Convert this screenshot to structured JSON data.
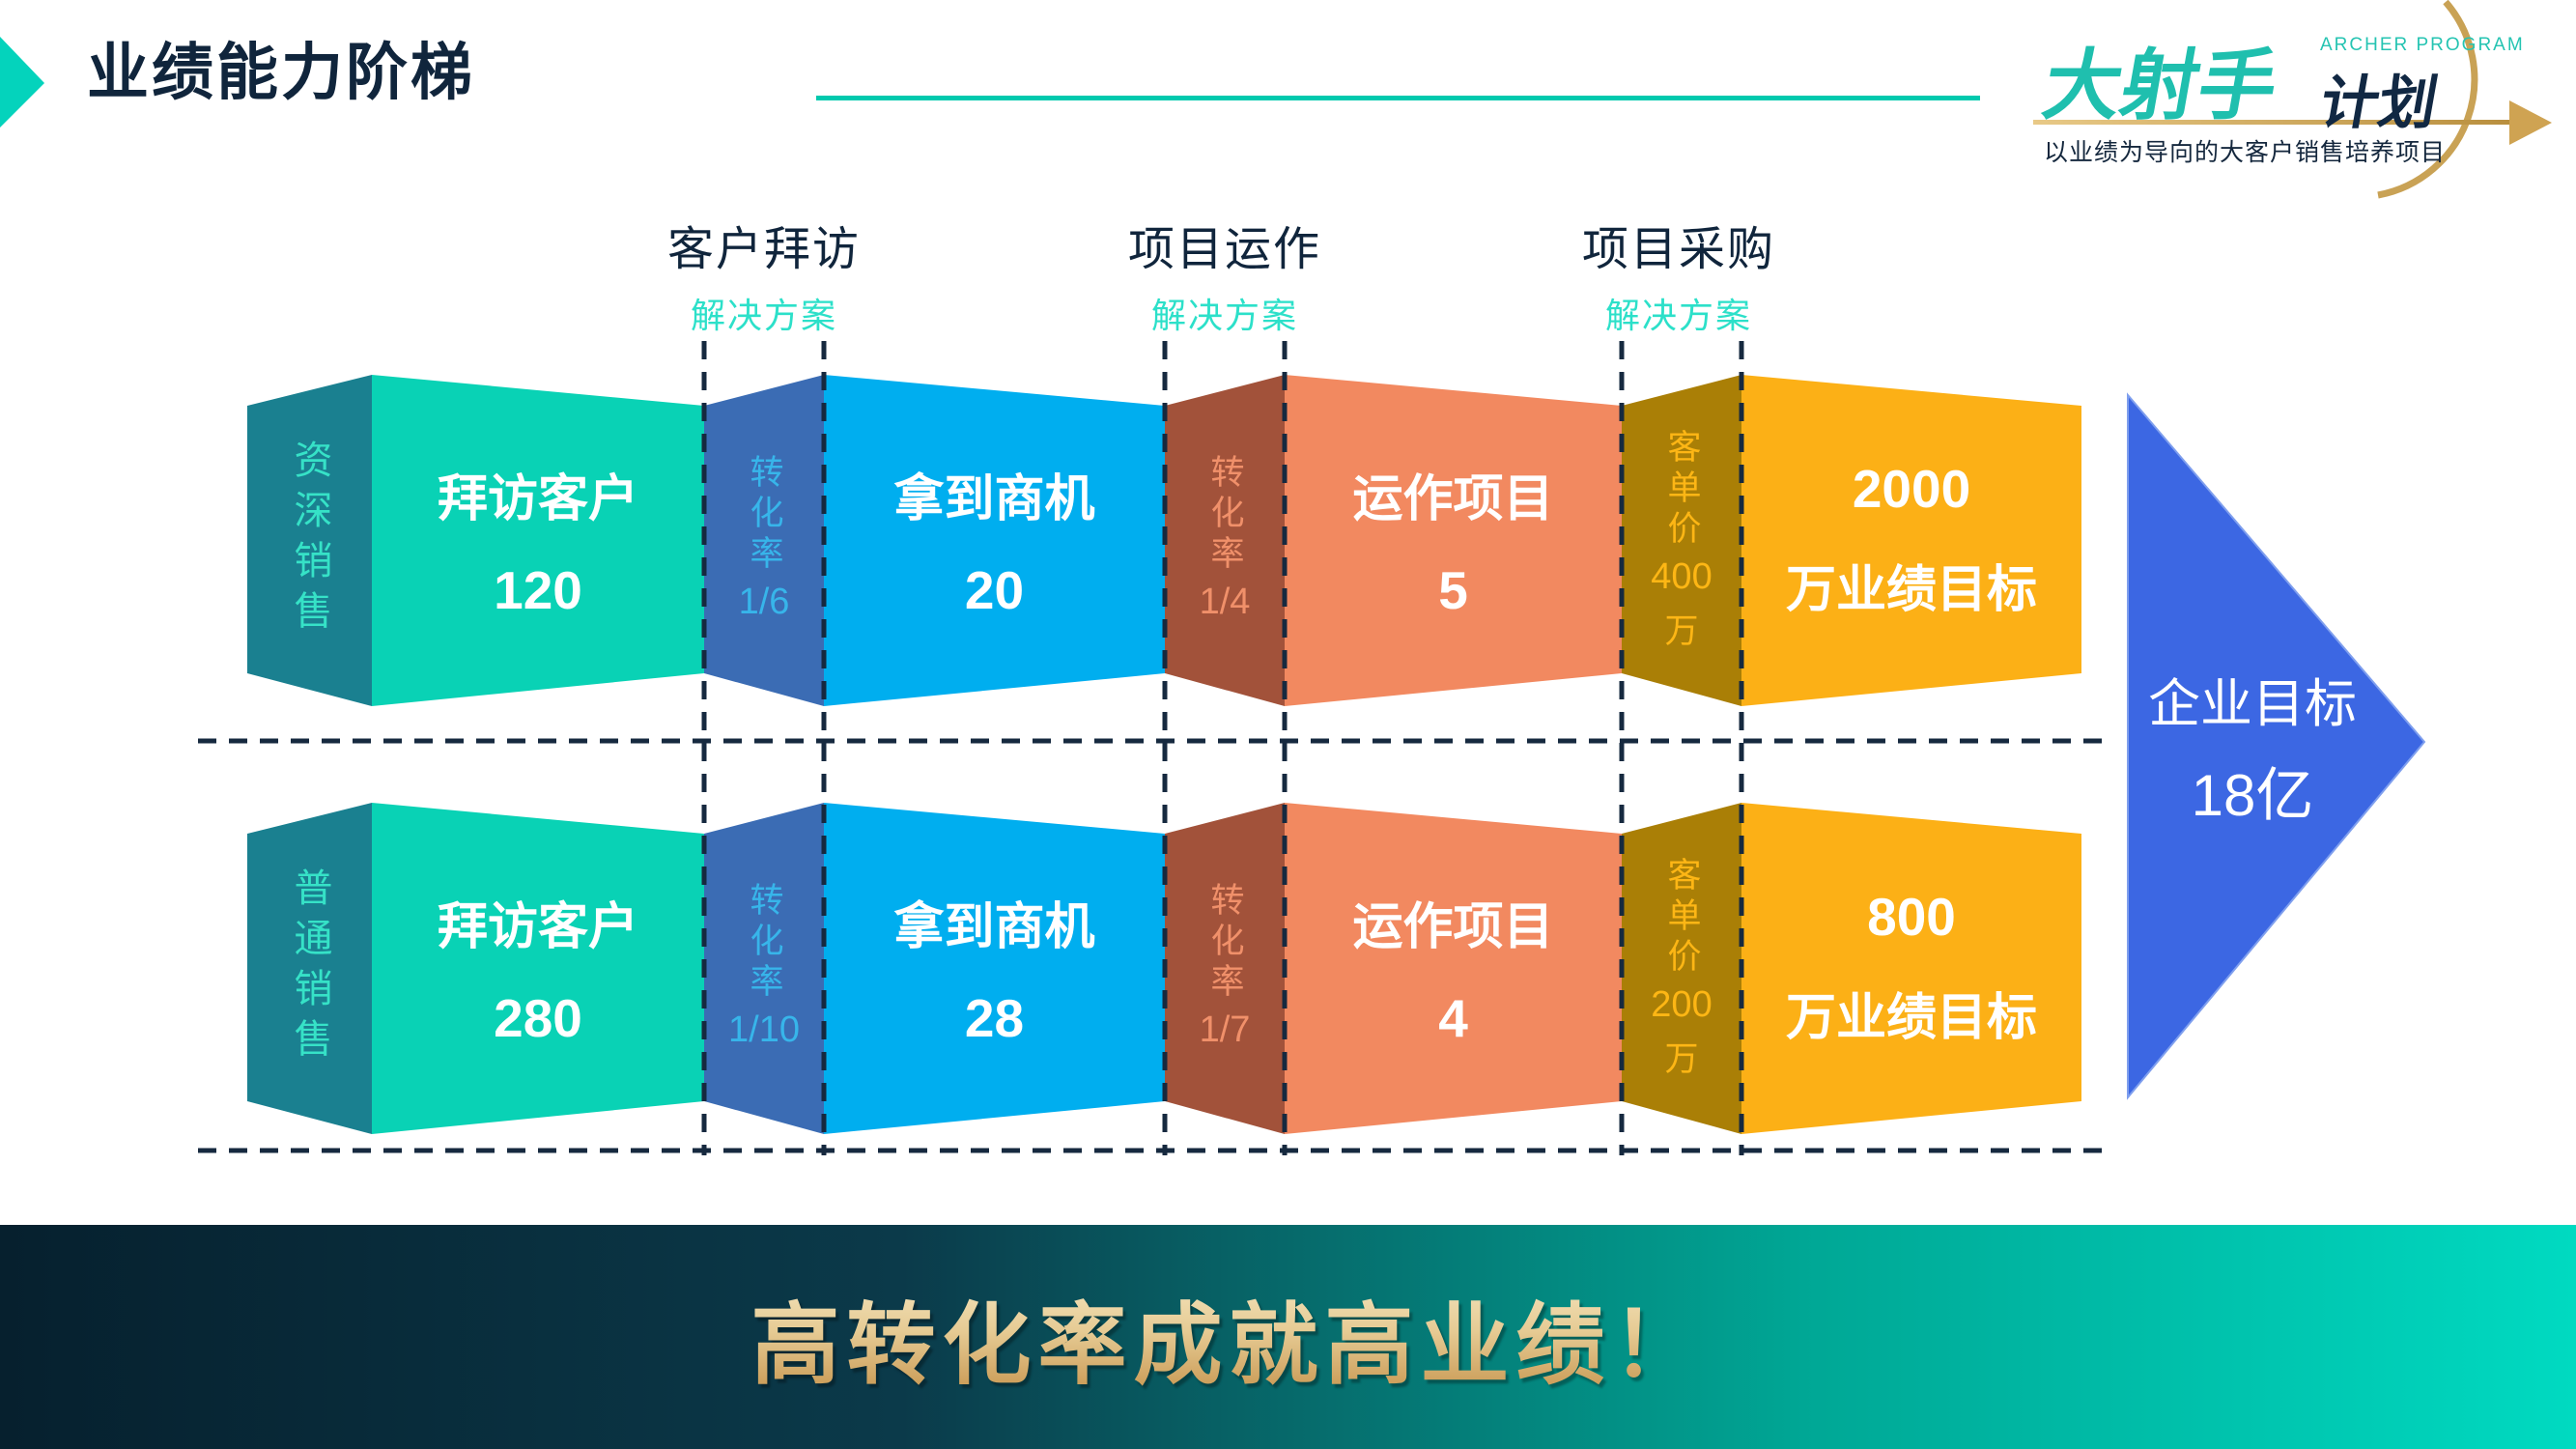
{
  "title": "业绩能力阶梯",
  "logo": {
    "brand": "大射手",
    "brand_suffix": "计划",
    "program": "ARCHER PROGRAM",
    "tagline": "以业绩为导向的大客户销售培养项目"
  },
  "columns": [
    {
      "label": "客户拜访",
      "sublabel": "解决方案"
    },
    {
      "label": "项目运作",
      "sublabel": "解决方案"
    },
    {
      "label": "项目采购",
      "sublabel": "解决方案"
    }
  ],
  "rows": [
    {
      "category": "资深销售",
      "stage1": {
        "line1": "拜访客户",
        "line2": "120"
      },
      "conv1": {
        "label": "转化率",
        "value": "1/6"
      },
      "stage2": {
        "line1": "拿到商机",
        "line2": "20"
      },
      "conv2": {
        "label": "转化率",
        "value": "1/4"
      },
      "stage3": {
        "line1": "运作项目",
        "line2": "5"
      },
      "conv3": {
        "label": "客单价",
        "value": "400",
        "unit": "万"
      },
      "stage4": {
        "line1": "2000",
        "line2": "万业绩目标"
      }
    },
    {
      "category": "普通销售",
      "stage1": {
        "line1": "拜访客户",
        "line2": "280"
      },
      "conv1": {
        "label": "转化率",
        "value": "1/10"
      },
      "stage2": {
        "line1": "拿到商机",
        "line2": "28"
      },
      "conv2": {
        "label": "转化率",
        "value": "1/7"
      },
      "stage3": {
        "line1": "运作项目",
        "line2": "4"
      },
      "conv3": {
        "label": "客单价",
        "value": "200",
        "unit": "万"
      },
      "stage4": {
        "line1": "800",
        "line2": "万业绩目标"
      }
    }
  ],
  "goal": {
    "line1": "企业目标",
    "line2": "18亿"
  },
  "footer": {
    "slogan": "高转化率成就高业绩！"
  },
  "colors": {
    "navy": "#10253c",
    "teal_accent": "#04d3bc",
    "teal_underline": "#00c9ae",
    "side_panel": "#1a8090",
    "side_text": "#36e2c7",
    "face_teal": "#09d2b5",
    "conv_blue": "#3b6cb4",
    "conv_blue_text": "#37b5ea",
    "face_cyan": "#00aeef",
    "conv_brown": "#a2523a",
    "conv_brown_text": "#f0906a",
    "face_coral": "#f28960",
    "conv_gold": "#aa7f06",
    "conv_gold_text": "#fdb615",
    "face_gold": "#fcb016",
    "arrow_blue": "#3c67e3",
    "dash": "#16293f",
    "banner_left": "#06202e",
    "banner_right": "#00dac1",
    "slogan_gold": "#d9b26a",
    "logo_teal": "#1fbfae",
    "logo_gold": "#c9a255"
  }
}
